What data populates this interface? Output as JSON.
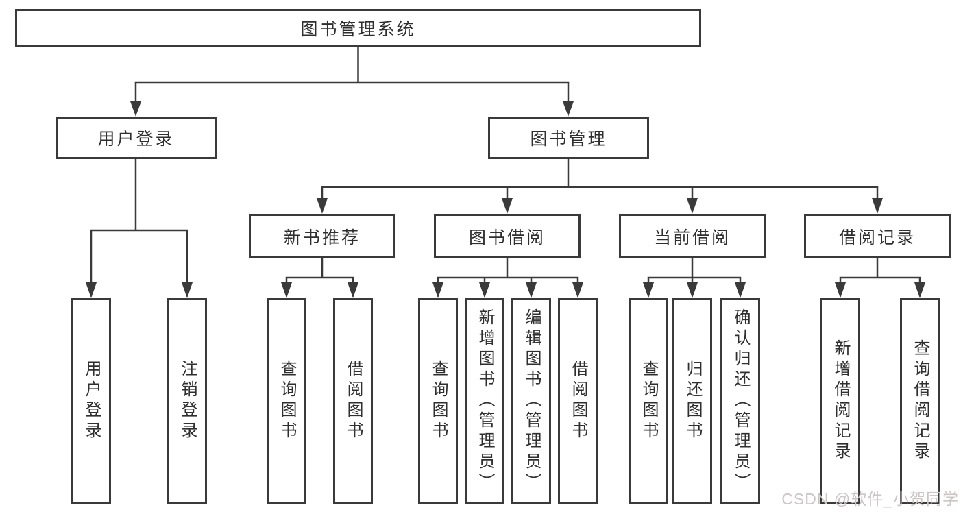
{
  "diagram": {
    "nodes": {
      "root": "图书管理系统",
      "user_login": "用户登录",
      "book_mgmt": "图书管理",
      "new_book_recommend": "新书推荐",
      "book_borrow": "图书借阅",
      "current_borrow": "当前借阅",
      "borrow_record": "借阅记录",
      "leaf_user_login": "用户登录",
      "leaf_logout": "注销登录",
      "leaf_nb_query": "查询图书",
      "leaf_nb_borrow": "借阅图书",
      "leaf_bb_query": "查询图书",
      "leaf_bb_add": "新增图书（管理员）",
      "leaf_bb_edit": "编辑图书（管理员）",
      "leaf_bb_borrow": "借阅图书",
      "leaf_cb_query": "查询图书",
      "leaf_cb_return": "归还图书",
      "leaf_cb_confirm": "确认归还（管理员）",
      "leaf_br_add": "新增借阅记录",
      "leaf_br_query": "查询借阅记录"
    }
  },
  "watermark": "CSDN @软件_小贺同学",
  "colors": {
    "line": "#3a3a3a",
    "text": "#2f2f2f",
    "watermark": "#cbc5c5",
    "background": "#ffffff"
  }
}
